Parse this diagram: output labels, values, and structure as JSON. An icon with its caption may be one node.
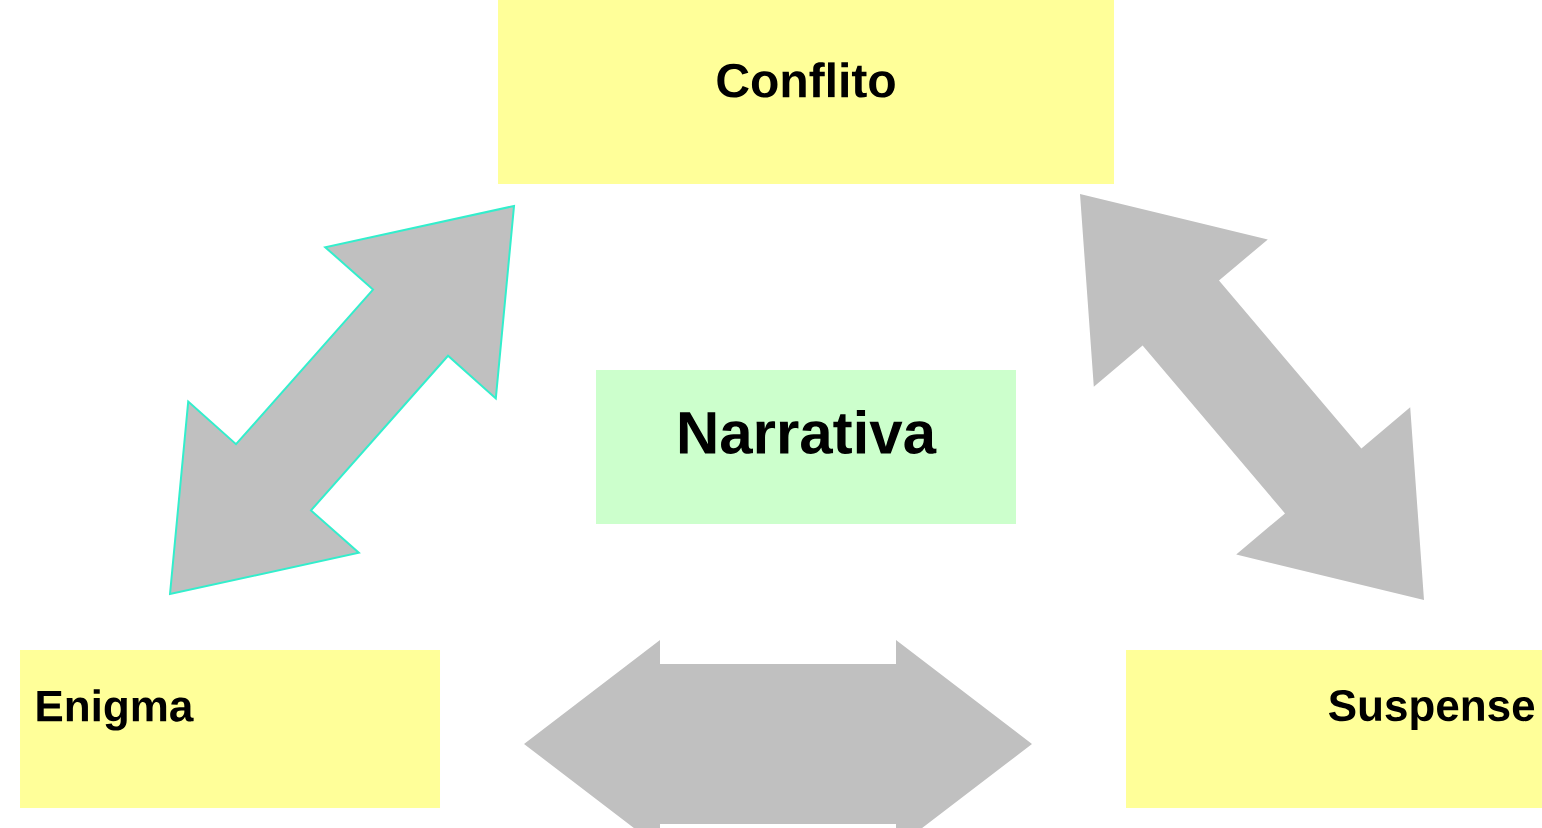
{
  "diagram": {
    "nodes": [
      {
        "text": [
          "Conflito"
        ]
      },
      {
        "text": [
          "Narrativa"
        ]
      },
      {
        "text": [
          "Enigma"
        ]
      },
      {
        "text": [
          "Suspense"
        ]
      }
    ],
    "edges": [
      {
        "from": 0,
        "to": 2,
        "arrow": "both",
        "color": "#33eecc"
      },
      {
        "from": 0,
        "to": 3,
        "arrow": "both"
      },
      {
        "from": 2,
        "to": 3,
        "arrow": "both"
      }
    ]
  }
}
